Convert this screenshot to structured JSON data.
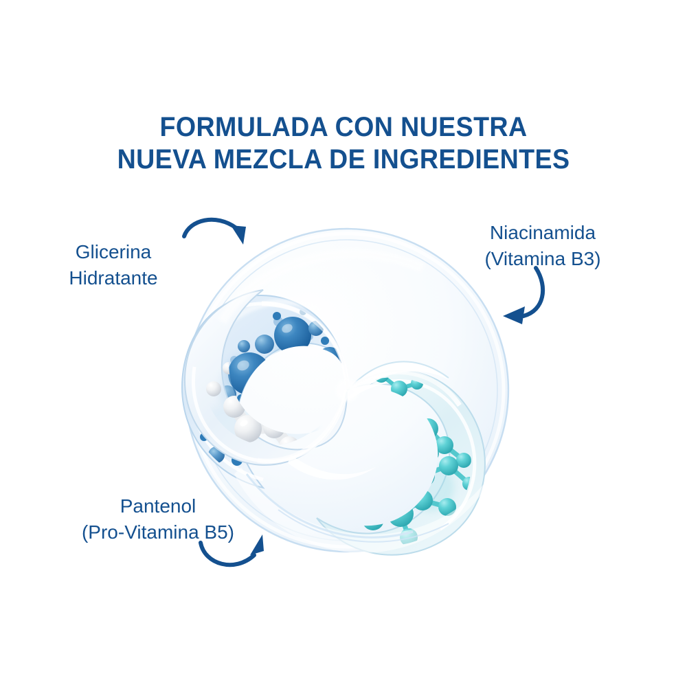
{
  "theme": {
    "background": "#ffffff",
    "navy": "#14508f",
    "brand_blue": "#2f7cb8",
    "deep_blue": "#1f6aa8",
    "teal": "#55cfd2",
    "teal_dark": "#3bb6bd",
    "off_white": "#eceef0",
    "grey_shade": "#c9ced4",
    "capsule_tint": "#d7e7f5"
  },
  "heading": {
    "line1": "FORMULADA CON NUESTRA",
    "line2": "NUEVA MEZCLA DE INGREDIENTES"
  },
  "labels": {
    "glicerina": {
      "line1": "Glicerina",
      "line2": "Hidratante",
      "arrow": "curved-arrow-down-right",
      "points_to": "blue-spheres-lobe"
    },
    "niacinamida": {
      "line1": "Niacinamida",
      "line2": "(Vitamina B3)",
      "arrow": "curved-arrow-down-left",
      "points_to": "teal-molecules-lobe"
    },
    "pantenol": {
      "line1": "Pantenol",
      "line2": "(Pro-Vitamina B5)",
      "arrow": "curved-arrow-up-right",
      "points_to": "white-molecules-lobe"
    }
  },
  "graphic": {
    "name": "triskelion-ingredient-capsule",
    "description": "Three-lobed swirl capsule divided into three teardrop compartments",
    "lobes": [
      {
        "id": "glicerina-lobe",
        "content": "blue-spheres",
        "color": "#2f7cb8",
        "position": "top-left"
      },
      {
        "id": "niacinamida-lobe",
        "content": "teal-molecules",
        "color": "#55cfd2",
        "position": "right"
      },
      {
        "id": "pantenol-lobe",
        "content": "white-molecules",
        "color": "#eceef0",
        "position": "bottom-left"
      }
    ]
  }
}
